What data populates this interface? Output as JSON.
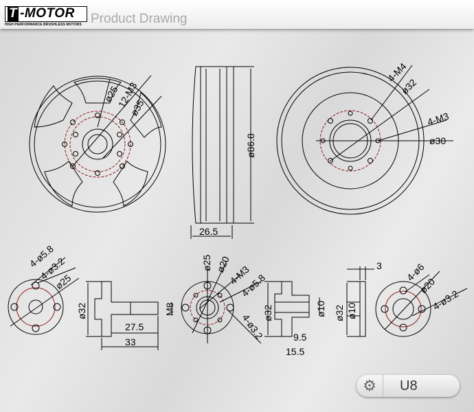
{
  "header": {
    "logo_text": "T-MOTOR",
    "logo_tagline": "HIGH PERFORMANCE BRUSHLESS MOTORS",
    "title": "Product Drawing"
  },
  "top_views": {
    "front": {
      "d25": "ø25",
      "m3": "12-M3",
      "d35": "ø35"
    },
    "side": {
      "d86_8": "ø86.8",
      "w26_5": "26.5"
    },
    "back": {
      "m4": "4-M4",
      "d32": "ø32",
      "m3": "4-M3",
      "d30": "ø30"
    }
  },
  "bottom_views": {
    "prop_adapter_front": {
      "d5_8": "4-ø5.8",
      "d3_2": "4-ø3.2",
      "d25": "ø25"
    },
    "prop_adapter_side": {
      "d32": "ø32",
      "m8": "M8",
      "l27_5": "27.5",
      "l33": "33"
    },
    "adapter2_front": {
      "d25": "ø25",
      "d20": "ø20",
      "m3": "4-M3",
      "d5_8": "4-ø5.8",
      "d3_2": "4-ø3.2"
    },
    "adapter2_side": {
      "d32": "ø32",
      "d10": "ø10",
      "l9_5": "9.5",
      "l15_5": "15.5"
    },
    "adapter3_side": {
      "t3": "3",
      "d32": "ø32",
      "d10": "ø10"
    },
    "adapter3_front": {
      "d6": "4-ø6",
      "d20": "ø20",
      "d3_2": "4-ø3.2"
    }
  },
  "footer": {
    "model": "U8",
    "icon": "gear-icon"
  }
}
